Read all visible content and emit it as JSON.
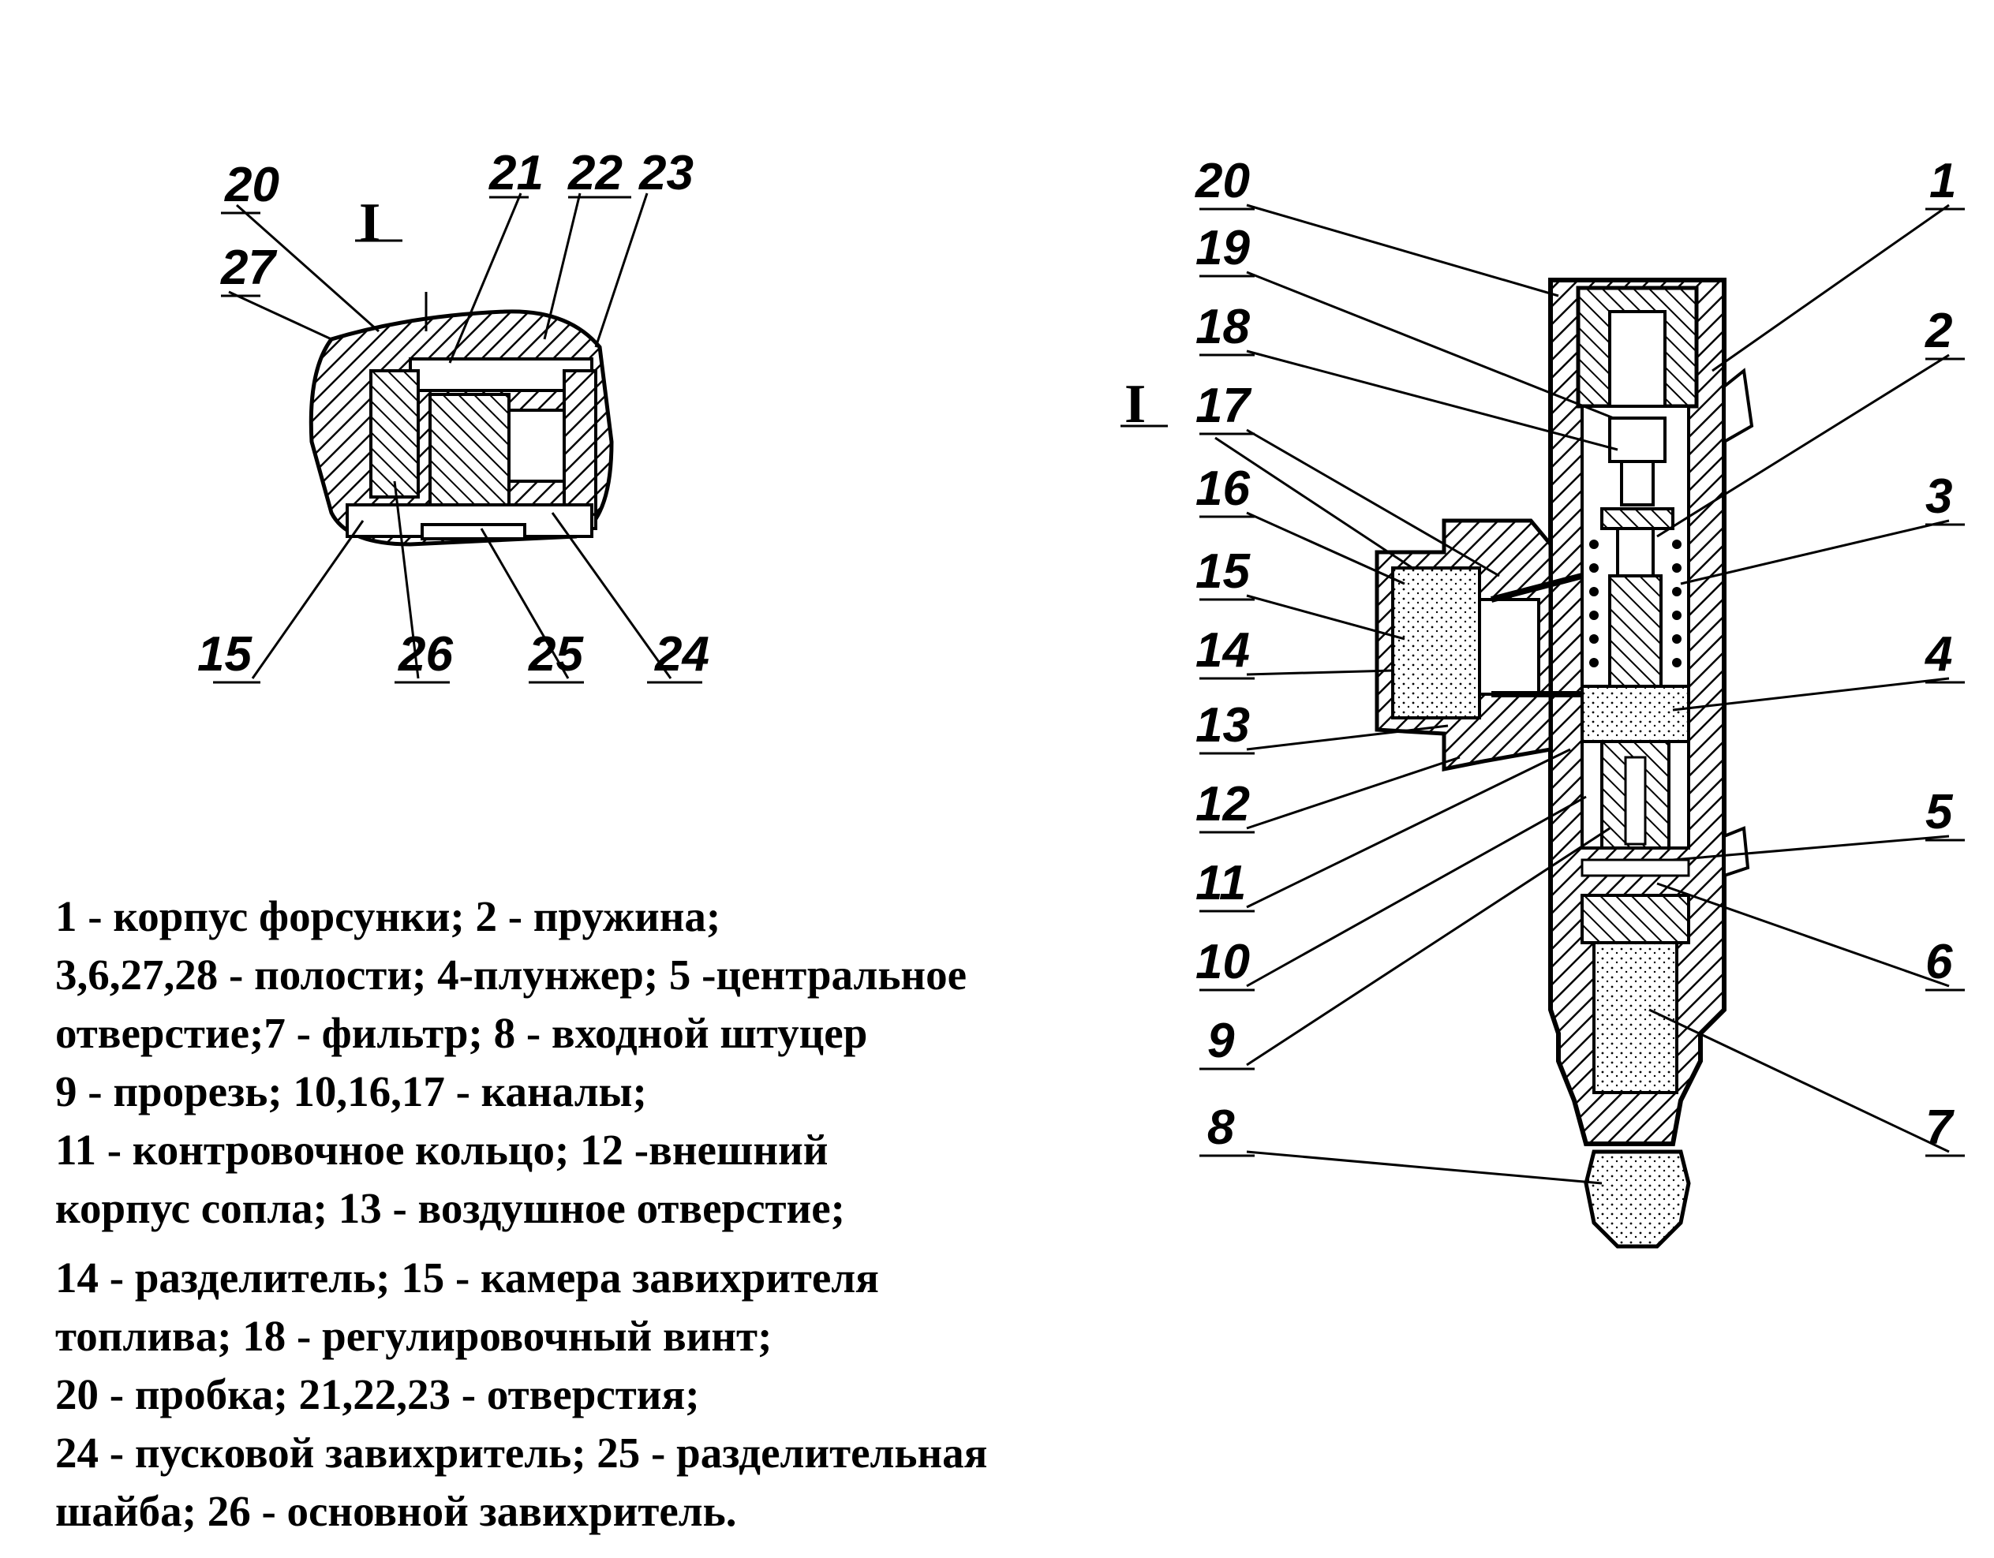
{
  "section_label": "I",
  "detail_labels": [
    {
      "id": "d20",
      "text": "20"
    },
    {
      "id": "d27",
      "text": "27"
    },
    {
      "id": "d21",
      "text": "21"
    },
    {
      "id": "d22",
      "text": "22"
    },
    {
      "id": "d23",
      "text": "23"
    },
    {
      "id": "d15",
      "text": "15"
    },
    {
      "id": "d26",
      "text": "26"
    },
    {
      "id": "d25",
      "text": "25"
    },
    {
      "id": "d24",
      "text": "24"
    }
  ],
  "main_left_labels": [
    {
      "id": "m20",
      "text": "20"
    },
    {
      "id": "m19",
      "text": "19"
    },
    {
      "id": "m18",
      "text": "18"
    },
    {
      "id": "m17",
      "text": "17"
    },
    {
      "id": "m16",
      "text": "16"
    },
    {
      "id": "m15",
      "text": "15"
    },
    {
      "id": "m14",
      "text": "14"
    },
    {
      "id": "m13",
      "text": "13"
    },
    {
      "id": "m12",
      "text": "12"
    },
    {
      "id": "m11",
      "text": "11"
    },
    {
      "id": "m10",
      "text": "10"
    },
    {
      "id": "m9",
      "text": "9"
    },
    {
      "id": "m8",
      "text": "8"
    }
  ],
  "main_right_labels": [
    {
      "id": "r1",
      "text": "1"
    },
    {
      "id": "r2",
      "text": "2"
    },
    {
      "id": "r3",
      "text": "3"
    },
    {
      "id": "r4",
      "text": "4"
    },
    {
      "id": "r5",
      "text": "5"
    },
    {
      "id": "r6",
      "text": "6"
    },
    {
      "id": "r7",
      "text": "7"
    }
  ],
  "legend": {
    "lines": [
      "1 - корпус форсунки; 2 - пружина;",
      "3,6,27,28 - полости; 4-плунжер; 5 -центральное",
      "отверстие;7 - фильтр; 8 - входной штуцер",
      "9 - прорезь; 10,16,17 - каналы;",
      "11 - контровочное кольцо; 12 -внешний",
      "корпус сопла; 13 - воздушное отверстие;",
      "14 - разделитель; 15 - камера завихрителя",
      "топлива; 18 - регулировочный  винт;",
      "20 - пробка; 21,22,23 - отверстия;",
      "24 - пусковой завихритель; 25 - разделительная",
      "шайба; 26 - основной завихритель."
    ]
  }
}
